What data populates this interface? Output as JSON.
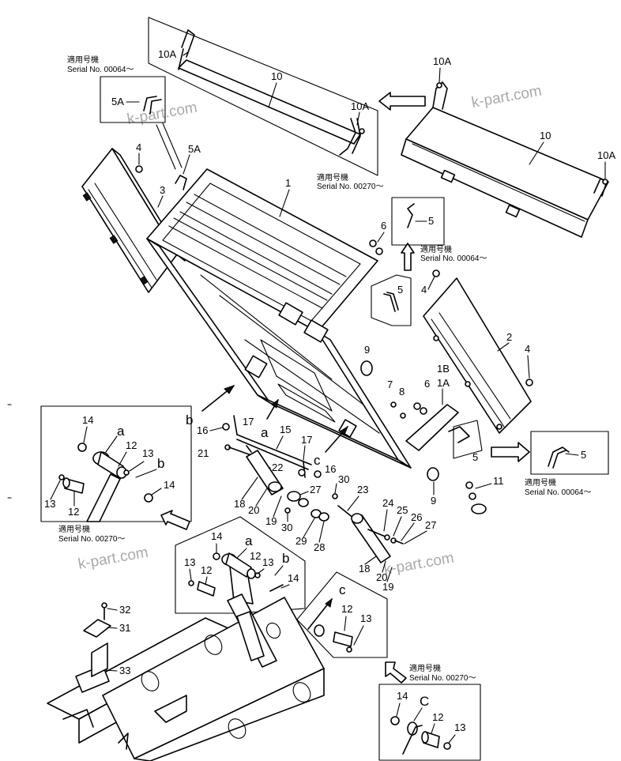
{
  "watermark": "k-part.com",
  "notes": {
    "serial_00064_jp": "適用号機",
    "serial_00064": "Serial No. 00064～",
    "serial_00270_jp": "適用号機",
    "serial_00270": "Serial No. 00270～"
  },
  "callouts": {
    "p1": "1",
    "p1A": "1A",
    "p1B": "1B",
    "p2": "2",
    "p3": "3",
    "p4": "4",
    "p5": "5",
    "p5A": "5A",
    "p6": "6",
    "p7": "7",
    "p8": "8",
    "p9": "9",
    "p10": "10",
    "p10A": "10A",
    "p11": "11",
    "p12": "12",
    "p13": "13",
    "p14": "14",
    "p15": "15",
    "p16": "16",
    "p17": "17",
    "p18": "18",
    "p19": "19",
    "p20": "20",
    "p21": "21",
    "p22": "22",
    "p23": "23",
    "p24": "24",
    "p25": "25",
    "p26": "26",
    "p27": "27",
    "p28": "28",
    "p29": "29",
    "p30": "30",
    "p31": "31",
    "p32": "32",
    "p33": "33"
  },
  "letters": {
    "a": "a",
    "b": "b",
    "c": "c",
    "C": "C"
  }
}
